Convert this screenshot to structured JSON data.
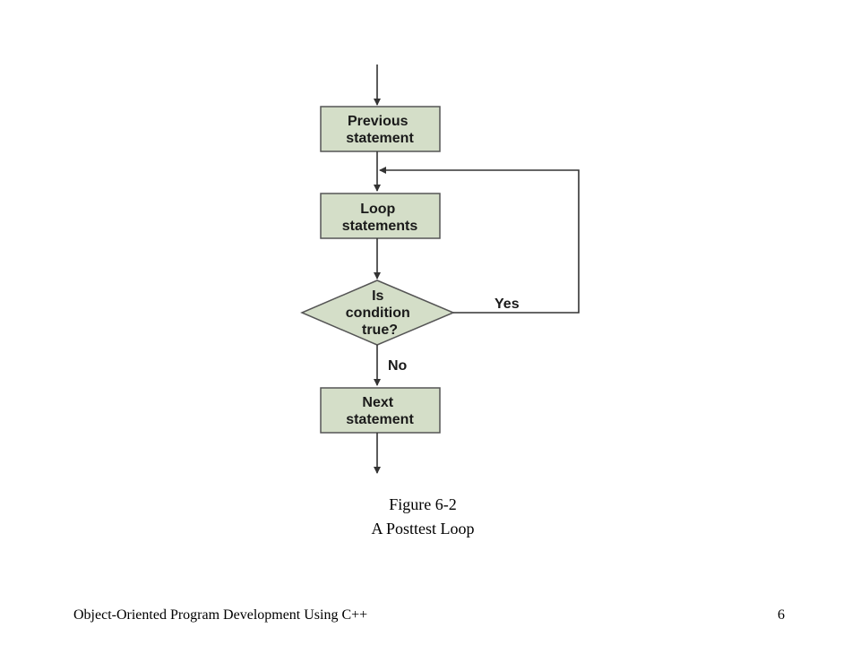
{
  "diagram": {
    "nodes": {
      "previous": [
        "Previous",
        "statement"
      ],
      "loop": [
        "Loop",
        "statements"
      ],
      "decision": [
        "Is",
        "condition",
        "true?"
      ],
      "next": [
        "Next",
        "statement"
      ]
    },
    "edges": {
      "yes": "Yes",
      "no": "No"
    },
    "colors": {
      "box_fill": "#d4dec8",
      "box_stroke": "#555555",
      "line": "#333333"
    }
  },
  "caption": {
    "figure": "Figure 6-2",
    "title": "A Posttest Loop"
  },
  "footer": {
    "title": "Object-Oriented Program Development Using C++",
    "page_number": "6"
  }
}
